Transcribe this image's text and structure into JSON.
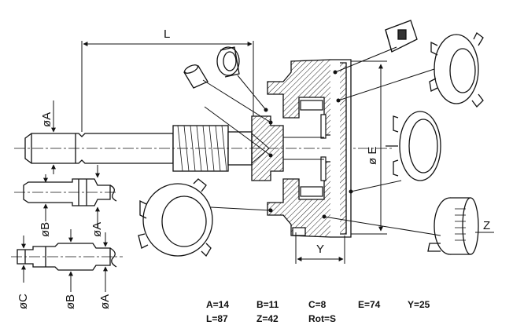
{
  "dimension_labels": {
    "length": "L",
    "diameter_a": "øA",
    "diameter_b": "øB",
    "diameter_c": "øC",
    "diameter_e": "ø E",
    "width_y": "Y",
    "teeth_z": "Z"
  },
  "specs": {
    "a": "A=14",
    "b": "B=11",
    "c": "C=8",
    "e": "E=74",
    "y": "Y=25",
    "l": "L=87",
    "z": "Z=42",
    "rot": "Rot=S"
  }
}
